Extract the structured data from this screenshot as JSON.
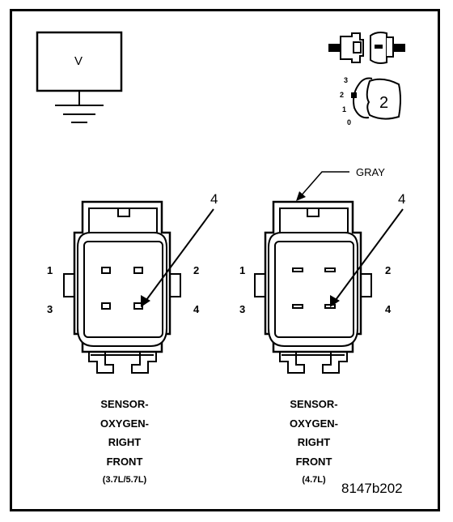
{
  "meter": {
    "label": "V"
  },
  "callouts": {
    "gray_label": "GRAY",
    "pin_marker_left": "4",
    "pin_marker_right": "4"
  },
  "position_scale": {
    "marks": [
      "3",
      "2",
      "1",
      "0"
    ],
    "selected": "2"
  },
  "connectors": [
    {
      "pins": {
        "p1": "1",
        "p2": "2",
        "p3": "3",
        "p4": "4"
      },
      "caption": [
        "SENSOR-",
        "OXYGEN-",
        "RIGHT",
        "FRONT",
        "(3.7L/5.7L)"
      ]
    },
    {
      "pins": {
        "p1": "1",
        "p2": "2",
        "p3": "3",
        "p4": "4"
      },
      "caption": [
        "SENSOR-",
        "OXYGEN-",
        "RIGHT",
        "FRONT",
        "(4.7L)"
      ]
    }
  ],
  "figure_id": "8147b202"
}
